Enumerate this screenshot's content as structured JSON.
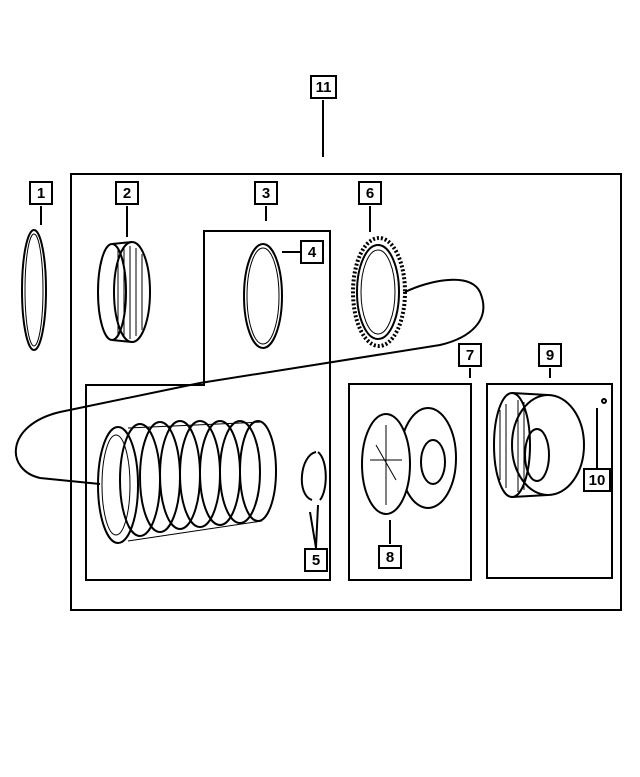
{
  "callouts": {
    "c1": "1",
    "c2": "2",
    "c3": "3",
    "c4": "4",
    "c5": "5",
    "c6": "6",
    "c7": "7",
    "c8": "8",
    "c9": "9",
    "c10": "10",
    "c11": "11"
  },
  "colors": {
    "line": "#000000",
    "paper": "#ffffff",
    "shade": "#bdbdbd"
  }
}
